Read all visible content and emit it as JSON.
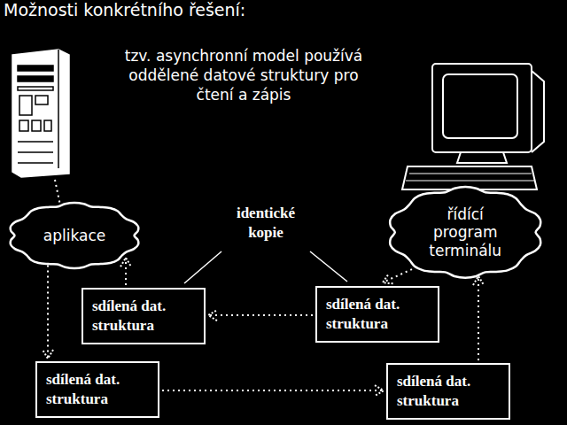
{
  "diagram": {
    "title": "Možnosti konkrétního řešení:",
    "nodes": [
      {
        "text": [
          "aplikace"
        ]
      },
      {
        "text": [
          "řídící program terminálu"
        ]
      },
      {
        "text": [
          "sdílená dat. struktura"
        ]
      },
      {
        "text": [
          "sdílená dat. struktura"
        ]
      },
      {
        "text": [
          "sdílená dat. struktura"
        ]
      },
      {
        "text": [
          "sdílená dat. struktura"
        ]
      }
    ],
    "edges": [
      {
        "from": 0,
        "to": 4,
        "arrow": "to"
      },
      {
        "from": 4,
        "to": 5,
        "arrow": "to"
      },
      {
        "from": 5,
        "to": 1,
        "arrow": "to"
      },
      {
        "from": 1,
        "to": 3,
        "arrow": "to"
      },
      {
        "from": 3,
        "to": 2,
        "arrow": "to"
      },
      {
        "from": 2,
        "to": 0,
        "arrow": "to"
      }
    ],
    "labels": [
      "tzv. asynchronní model používá oddělené datové struktury pro čtení a zápis",
      "identické kopie"
    ]
  }
}
